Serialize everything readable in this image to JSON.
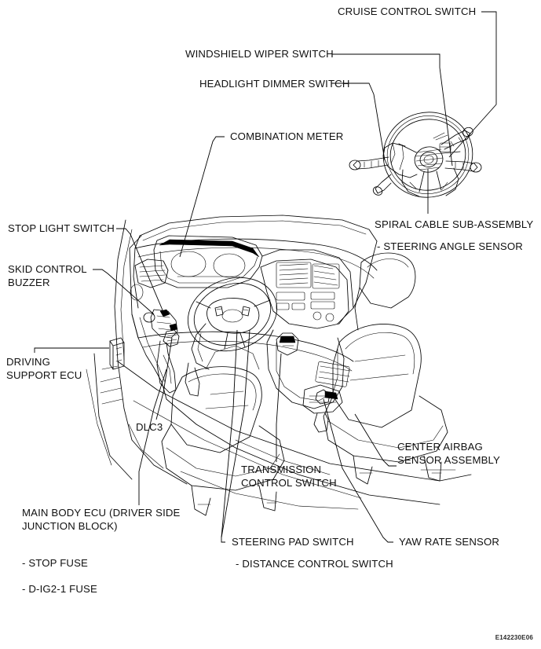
{
  "figure": {
    "title": "Vehicle interior component location diagram",
    "figure_code": "E142230E06",
    "subject": "instrument panel / steering wheel / console component callouts"
  },
  "labels": {
    "cruise_control_switch": "CRUISE CONTROL SWITCH",
    "windshield_wiper_switch": "WINDSHIELD WIPER SWITCH",
    "headlight_dimmer_switch": "HEADLIGHT DIMMER SWITCH",
    "combination_meter": "COMBINATION METER",
    "spiral_cable_sub_assembly": "SPIRAL CABLE SUB-ASSEMBLY",
    "steering_angle_sensor": "- STEERING ANGLE SENSOR",
    "stop_light_switch": "STOP LIGHT SWITCH",
    "skid_control_buzzer": "SKID CONTROL\nBUZZER",
    "driving_support_ecu": "DRIVING\nSUPPORT ECU",
    "dlc3": "DLC3",
    "main_body_ecu": "MAIN BODY ECU (DRIVER SIDE\nJUNCTION BLOCK)",
    "stop_fuse": "- STOP FUSE",
    "d_ig2_1_fuse": "- D-IG2-1 FUSE",
    "transmission_control_switch": "TRANSMISSION\nCONTROL SWITCH",
    "steering_pad_switch": "STEERING PAD SWITCH",
    "distance_control_switch": "- DISTANCE CONTROL SWITCH",
    "center_airbag_sensor_assembly": "CENTER AIRBAG\nSENSOR ASSEMBLY",
    "yaw_rate_sensor": "YAW RATE SENSOR"
  },
  "colors": {
    "ink": "#000000",
    "background": "#ffffff"
  }
}
